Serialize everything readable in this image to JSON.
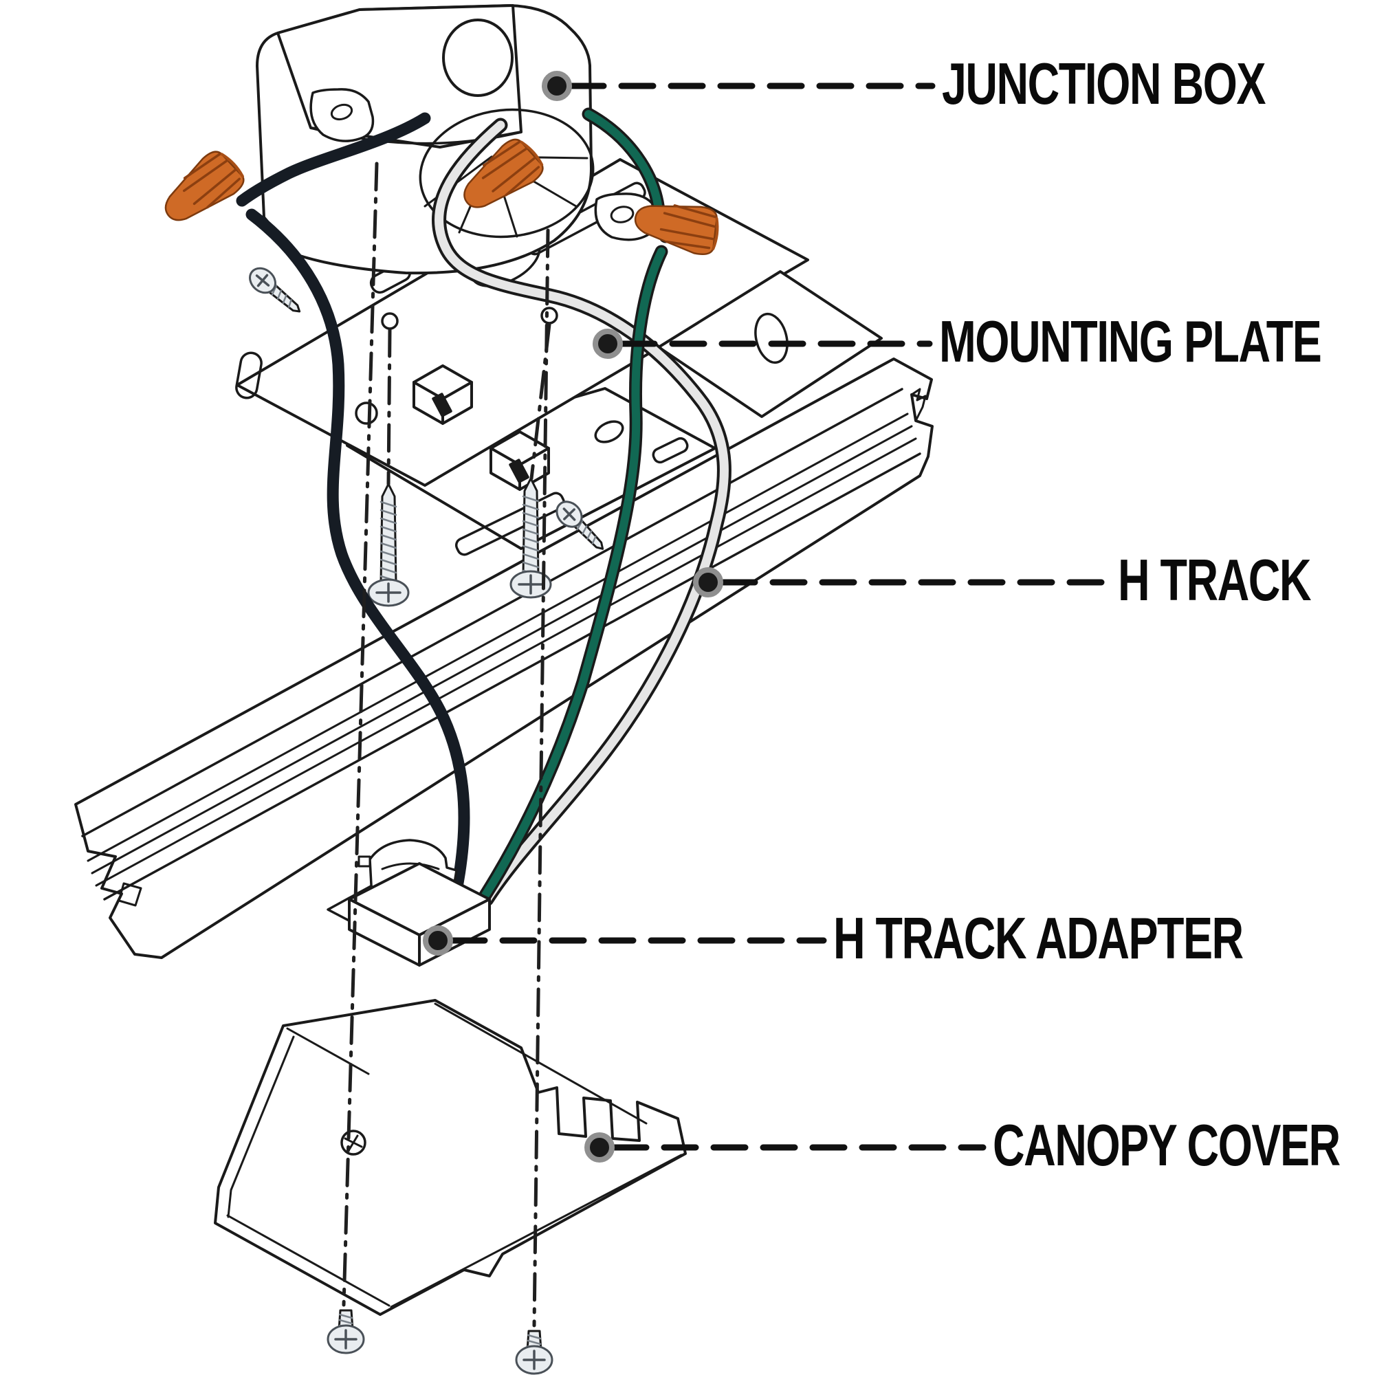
{
  "labels": [
    {
      "id": "junction-box",
      "text": "JUNCTION BOX"
    },
    {
      "id": "mounting-plate",
      "text": "MOUNTING PLATE"
    },
    {
      "id": "h-track",
      "text": "H TRACK"
    },
    {
      "id": "h-track-adapter",
      "text": "H TRACK ADAPTER"
    },
    {
      "id": "canopy-cover",
      "text": "CANOPY COVER"
    }
  ],
  "colors": {
    "line": "#1a1a1a",
    "label_text": "#0a0a0a",
    "wire_nut_orange": "#cf6a26",
    "wire_green": "#116853",
    "wire_black": "#161c24",
    "wire_white": "#e6e6e6",
    "screw_fill": "#e9edf0",
    "background": "#ffffff"
  }
}
